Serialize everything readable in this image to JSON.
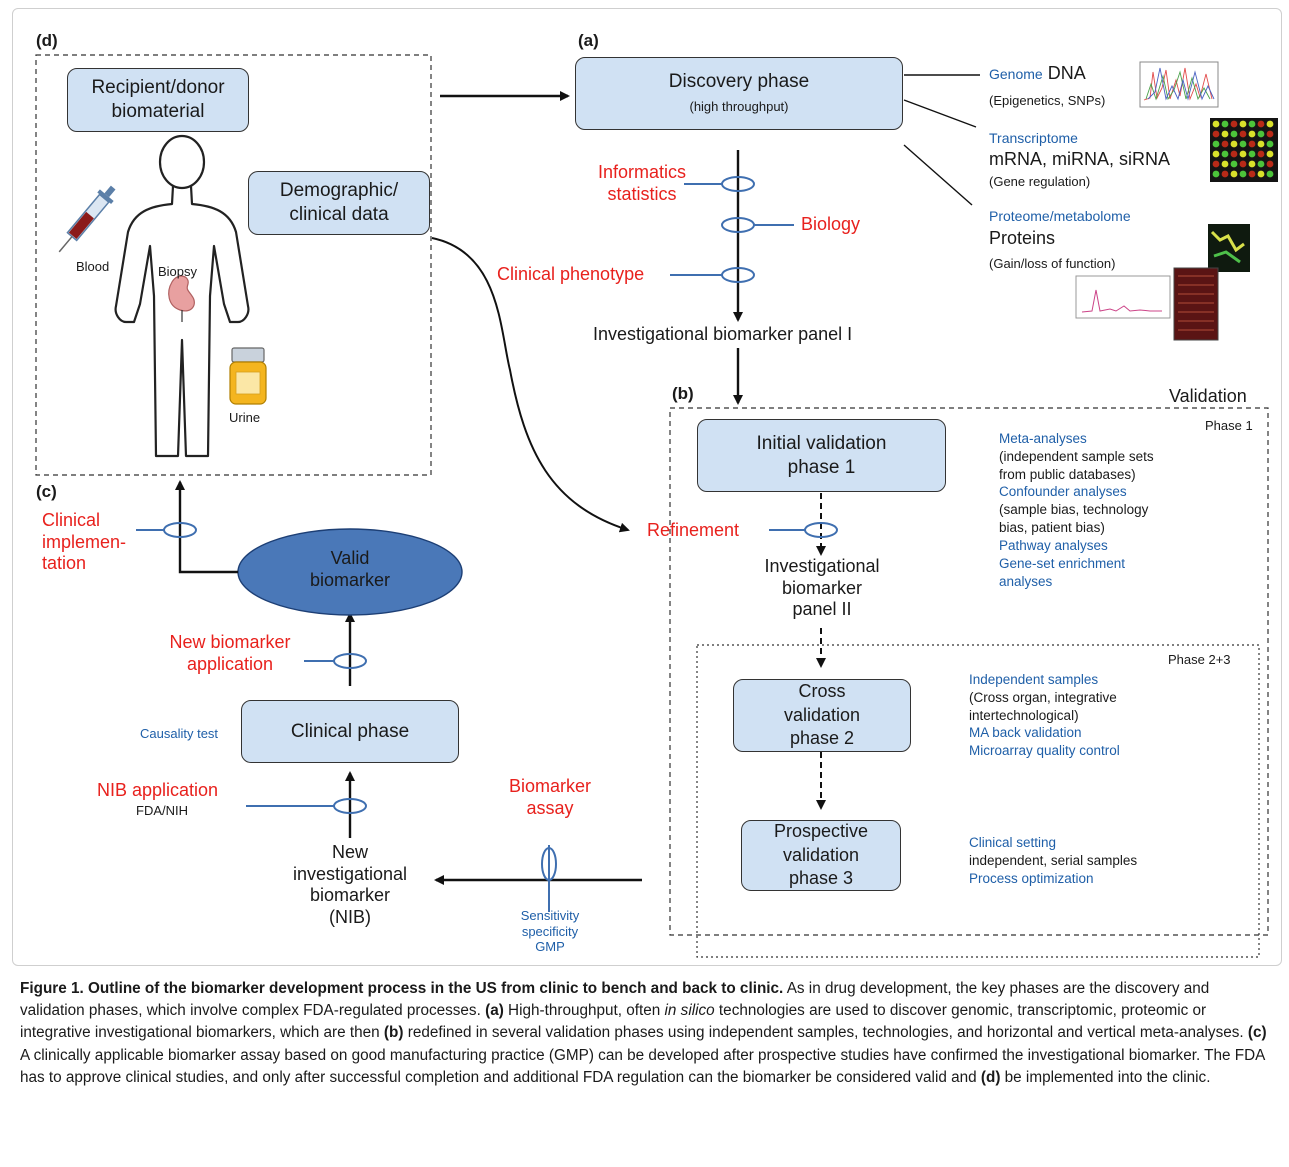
{
  "panels": {
    "a": "(a)",
    "b": "(b)",
    "c": "(c)",
    "d": "(d)",
    "validation": "Validation",
    "phase1": "Phase 1",
    "phase23": "Phase 2+3"
  },
  "d": {
    "box1": [
      "Recipient/donor",
      "biomaterial"
    ],
    "box2": [
      "Demographic/",
      "clinical data"
    ],
    "blood": "Blood",
    "biopsy": "Biopsy",
    "urine": "Urine"
  },
  "a": {
    "discovery": "Discovery phase",
    "discovery_sub": "(high throughput)",
    "informatics": [
      "Informatics",
      "statistics"
    ],
    "biology": "Biology",
    "clinical_phenotype": "Clinical phenotype",
    "panel1": "Investigational biomarker panel I",
    "genome_label": "Genome",
    "genome_main": "DNA",
    "genome_sub": "(Epigenetics, SNPs)",
    "transcriptome_label": "Transcriptome",
    "transcriptome_main": "mRNA, miRNA, siRNA",
    "transcriptome_sub": "(Gene regulation)",
    "proteome_label": "Proteome/metabolome",
    "proteome_main": "Proteins",
    "proteome_sub": "(Gain/loss of function)"
  },
  "b": {
    "initial": [
      "Initial validation",
      "phase 1"
    ],
    "refinement": "Refinement",
    "panel2": [
      "Investigational",
      "biomarker",
      "panel II"
    ],
    "cross": [
      "Cross",
      "validation",
      "phase 2"
    ],
    "prospective": [
      "Prospective",
      "validation",
      "phase 3"
    ],
    "notes1": [
      {
        "text": "Meta-analyses",
        "color": "blue"
      },
      {
        "text": "(independent sample sets",
        "color": "black"
      },
      {
        "text": "from public databases)",
        "color": "black"
      },
      {
        "text": "Confounder analyses",
        "color": "blue"
      },
      {
        "text": "(sample bias, technology",
        "color": "black"
      },
      {
        "text": "bias, patient bias)",
        "color": "black"
      },
      {
        "text": "Pathway analyses",
        "color": "blue"
      },
      {
        "text": "Gene-set enrichment",
        "color": "blue"
      },
      {
        "text": "analyses",
        "color": "blue"
      }
    ],
    "notes2": [
      {
        "text": "Independent samples",
        "color": "blue"
      },
      {
        "text": "(Cross organ, integrative",
        "color": "black"
      },
      {
        "text": "intertechnological)",
        "color": "black"
      },
      {
        "text": "MA back validation",
        "color": "blue"
      },
      {
        "text": "Microarray quality control",
        "color": "blue"
      }
    ],
    "notes3": [
      {
        "text": "Clinical setting",
        "color": "blue"
      },
      {
        "text": "independent, serial samples",
        "color": "black"
      },
      {
        "text": "Process optimization",
        "color": "blue"
      }
    ]
  },
  "c": {
    "clinical_impl": [
      "Clinical",
      "implemen-",
      "tation"
    ],
    "valid": [
      "Valid",
      "biomarker"
    ],
    "new_app": [
      "New biomarker",
      "application"
    ],
    "causality": "Causality test",
    "clinical_phase": "Clinical phase",
    "nib_app": "NIB application",
    "fda_nih": "FDA/NIH",
    "new_nib": [
      "New",
      "investigational",
      "biomarker",
      "(NIB)"
    ],
    "assay": [
      "Biomarker",
      "assay"
    ],
    "sens": [
      "Sensitivity",
      "specificity",
      "GMP"
    ]
  },
  "caption": {
    "title": "Figure 1. Outline of the biomarker development process in the US from clinic to bench and back to clinic.",
    "s1": " As in drug development, the key phases are the discovery and validation phases, which involve complex FDA-regulated processes. ",
    "a": "(a)",
    "s2": " High-throughput, often ",
    "insilico": "in silico",
    "s3": " technologies are used to discover genomic, transcriptomic, proteomic or integrative investigational biomarkers, which are then ",
    "b": "(b)",
    "s4": " redefined in several validation phases using independent samples, technologies, and horizontal and vertical meta-analyses. ",
    "c": "(c)",
    "s5": " A clinically applicable biomarker assay based on good manufacturing practice (GMP) can be developed after prospective studies have confirmed the investigational biomarker. The FDA has to approve clinical studies, and only after successful completion and additional FDA regulation can the biomarker be considered valid and ",
    "d": "(d)",
    "s6": " be implemented into the clinic."
  },
  "colors": {
    "box_fill": "#d0e1f3",
    "valid_fill": "#4a78b8",
    "red": "#e8211d",
    "blue": "#1f5fa8"
  }
}
